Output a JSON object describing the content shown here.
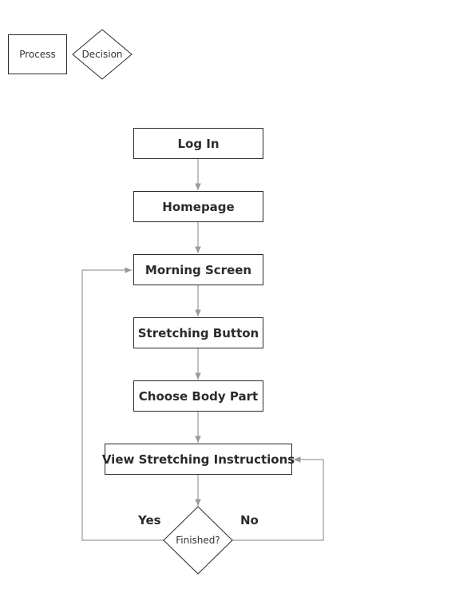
{
  "legend": {
    "process_label": "Process",
    "decision_label": "Decision"
  },
  "flow": {
    "nodes": {
      "login": "Log In",
      "homepage": "Homepage",
      "morning_screen": "Morning Screen",
      "stretching_button": "Stretching Button",
      "choose_body_part": "Choose Body Part",
      "view_instructions": "View Stretching Instructions",
      "finished": "Finished?"
    },
    "branches": {
      "yes": "Yes",
      "no": "No"
    }
  },
  "colors": {
    "connector": "#9a9a9a",
    "border": "#2a2a2a",
    "text": "#2b2b2b"
  }
}
